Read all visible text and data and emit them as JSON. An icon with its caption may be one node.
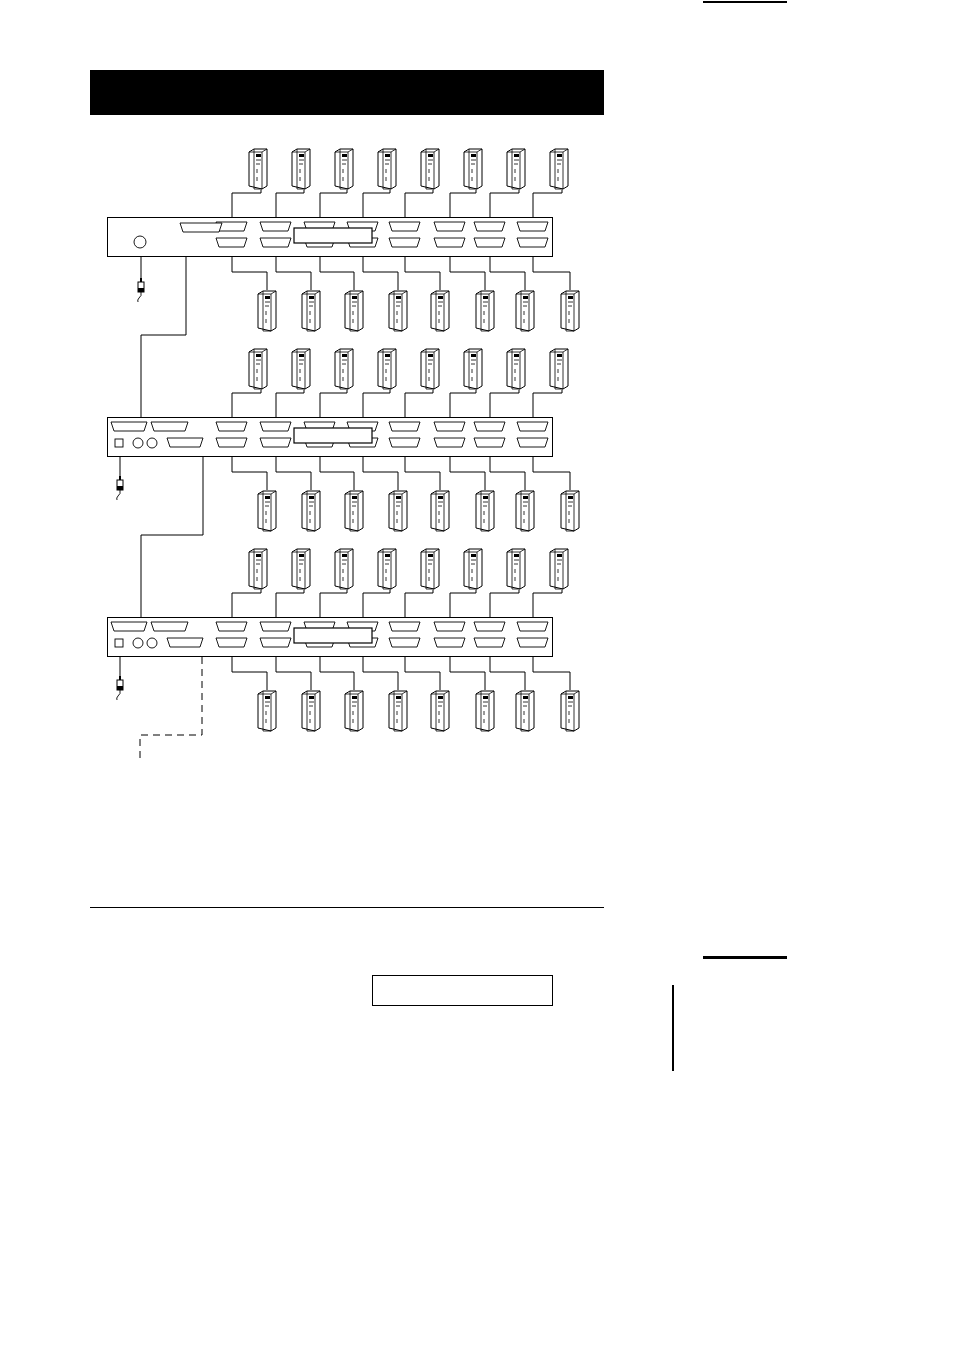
{
  "diagram": {
    "nodes": [
      {
        "text": [],
        "shape": "computer"
      },
      {
        "text": [],
        "shape": "computer"
      },
      {
        "text": [],
        "shape": "computer"
      },
      {
        "text": [],
        "shape": "computer"
      },
      {
        "text": [],
        "shape": "computer"
      },
      {
        "text": [],
        "shape": "computer"
      },
      {
        "text": [],
        "shape": "computer"
      },
      {
        "text": [],
        "shape": "computer"
      },
      {
        "text": [],
        "shape": "box"
      },
      {
        "text": [],
        "shape": "plug"
      },
      {
        "text": [],
        "shape": "computer"
      },
      {
        "text": [],
        "shape": "computer"
      },
      {
        "text": [],
        "shape": "computer"
      },
      {
        "text": [],
        "shape": "computer"
      },
      {
        "text": [],
        "shape": "computer"
      },
      {
        "text": [],
        "shape": "computer"
      },
      {
        "text": [],
        "shape": "computer"
      },
      {
        "text": [],
        "shape": "computer"
      },
      {
        "text": [],
        "shape": "computer"
      },
      {
        "text": [],
        "shape": "computer"
      },
      {
        "text": [],
        "shape": "computer"
      },
      {
        "text": [],
        "shape": "computer"
      },
      {
        "text": [],
        "shape": "computer"
      },
      {
        "text": [],
        "shape": "computer"
      },
      {
        "text": [],
        "shape": "computer"
      },
      {
        "text": [],
        "shape": "computer"
      },
      {
        "text": [],
        "shape": "box"
      },
      {
        "text": [],
        "shape": "plug"
      },
      {
        "text": [],
        "shape": "computer"
      },
      {
        "text": [],
        "shape": "computer"
      },
      {
        "text": [],
        "shape": "computer"
      },
      {
        "text": [],
        "shape": "computer"
      },
      {
        "text": [],
        "shape": "computer"
      },
      {
        "text": [],
        "shape": "computer"
      },
      {
        "text": [],
        "shape": "computer"
      },
      {
        "text": [],
        "shape": "computer"
      },
      {
        "text": [],
        "shape": "computer"
      },
      {
        "text": [],
        "shape": "computer"
      },
      {
        "text": [],
        "shape": "computer"
      },
      {
        "text": [],
        "shape": "computer"
      },
      {
        "text": [],
        "shape": "computer"
      },
      {
        "text": [],
        "shape": "computer"
      },
      {
        "text": [],
        "shape": "computer"
      },
      {
        "text": [],
        "shape": "computer"
      },
      {
        "text": [],
        "shape": "box"
      },
      {
        "text": [],
        "shape": "plug"
      },
      {
        "text": [],
        "shape": "computer"
      },
      {
        "text": [],
        "shape": "computer"
      },
      {
        "text": [],
        "shape": "computer"
      },
      {
        "text": [],
        "shape": "computer"
      },
      {
        "text": [],
        "shape": "computer"
      },
      {
        "text": [],
        "shape": "computer"
      },
      {
        "text": [],
        "shape": "computer"
      },
      {
        "text": [],
        "shape": "computer"
      }
    ],
    "edges": [
      {
        "from": 0,
        "to": 8,
        "arrow": "none"
      },
      {
        "from": 1,
        "to": 8,
        "arrow": "none"
      },
      {
        "from": 2,
        "to": 8,
        "arrow": "none"
      },
      {
        "from": 3,
        "to": 8,
        "arrow": "none"
      },
      {
        "from": 4,
        "to": 8,
        "arrow": "none"
      },
      {
        "from": 5,
        "to": 8,
        "arrow": "none"
      },
      {
        "from": 6,
        "to": 8,
        "arrow": "none"
      },
      {
        "from": 7,
        "to": 8,
        "arrow": "none"
      },
      {
        "from": 9,
        "to": 8,
        "arrow": "none"
      },
      {
        "from": 10,
        "to": 8,
        "arrow": "none"
      },
      {
        "from": 11,
        "to": 8,
        "arrow": "none"
      },
      {
        "from": 12,
        "to": 8,
        "arrow": "none"
      },
      {
        "from": 13,
        "to": 8,
        "arrow": "none"
      },
      {
        "from": 14,
        "to": 8,
        "arrow": "none"
      },
      {
        "from": 15,
        "to": 8,
        "arrow": "none"
      },
      {
        "from": 16,
        "to": 8,
        "arrow": "none"
      },
      {
        "from": 17,
        "to": 8,
        "arrow": "none"
      },
      {
        "from": 18,
        "to": 26,
        "arrow": "none"
      },
      {
        "from": 19,
        "to": 26,
        "arrow": "none"
      },
      {
        "from": 20,
        "to": 26,
        "arrow": "none"
      },
      {
        "from": 21,
        "to": 26,
        "arrow": "none"
      },
      {
        "from": 22,
        "to": 26,
        "arrow": "none"
      },
      {
        "from": 23,
        "to": 26,
        "arrow": "none"
      },
      {
        "from": 24,
        "to": 26,
        "arrow": "none"
      },
      {
        "from": 25,
        "to": 26,
        "arrow": "none"
      },
      {
        "from": 27,
        "to": 26,
        "arrow": "none"
      },
      {
        "from": 28,
        "to": 26,
        "arrow": "none"
      },
      {
        "from": 29,
        "to": 26,
        "arrow": "none"
      },
      {
        "from": 30,
        "to": 26,
        "arrow": "none"
      },
      {
        "from": 31,
        "to": 26,
        "arrow": "none"
      },
      {
        "from": 32,
        "to": 26,
        "arrow": "none"
      },
      {
        "from": 33,
        "to": 26,
        "arrow": "none"
      },
      {
        "from": 34,
        "to": 26,
        "arrow": "none"
      },
      {
        "from": 35,
        "to": 26,
        "arrow": "none"
      },
      {
        "from": 36,
        "to": 44,
        "arrow": "none"
      },
      {
        "from": 37,
        "to": 44,
        "arrow": "none"
      },
      {
        "from": 38,
        "to": 44,
        "arrow": "none"
      },
      {
        "from": 39,
        "to": 44,
        "arrow": "none"
      },
      {
        "from": 40,
        "to": 44,
        "arrow": "none"
      },
      {
        "from": 41,
        "to": 44,
        "arrow": "none"
      },
      {
        "from": 42,
        "to": 44,
        "arrow": "none"
      },
      {
        "from": 43,
        "to": 44,
        "arrow": "none"
      },
      {
        "from": 45,
        "to": 44,
        "arrow": "none"
      },
      {
        "from": 46,
        "to": 44,
        "arrow": "none"
      },
      {
        "from": 47,
        "to": 44,
        "arrow": "none"
      },
      {
        "from": 48,
        "to": 44,
        "arrow": "none"
      },
      {
        "from": 49,
        "to": 44,
        "arrow": "none"
      },
      {
        "from": 50,
        "to": 44,
        "arrow": "none"
      },
      {
        "from": 51,
        "to": 44,
        "arrow": "none"
      },
      {
        "from": 52,
        "to": 44,
        "arrow": "none"
      },
      {
        "from": 53,
        "to": 44,
        "arrow": "none"
      },
      {
        "from": 8,
        "to": 26,
        "arrow": "none"
      },
      {
        "from": 26,
        "to": 44,
        "arrow": "none"
      },
      {
        "from": 44,
        "to": null,
        "arrow": "none",
        "style": "dashed"
      }
    ]
  }
}
